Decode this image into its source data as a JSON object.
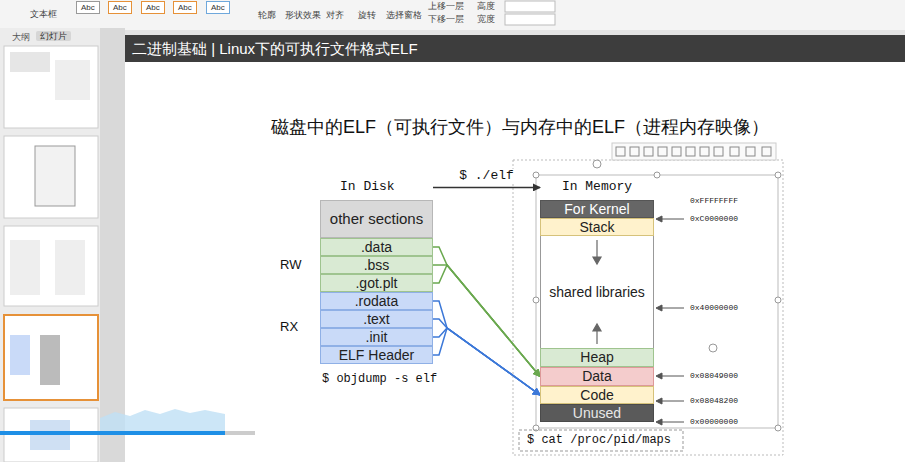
{
  "diagram": {
    "title": "二进制基础 | Linux下的可执行文件格式ELF",
    "nodes": [
      {
        "text": [
          "In Disk"
        ]
      },
      {
        "text": [
          "other sections"
        ],
        "in": 0
      },
      {
        "text": [
          ".data"
        ],
        "in": 0
      },
      {
        "text": [
          ".bss"
        ],
        "in": 0
      },
      {
        "text": [
          ".got.plt"
        ],
        "in": 0
      },
      {
        "text": [
          ".rodata"
        ],
        "in": 0
      },
      {
        "text": [
          ".text"
        ],
        "in": 0
      },
      {
        "text": [
          ".init"
        ],
        "in": 0
      },
      {
        "text": [
          "ELF Header"
        ],
        "in": 0
      },
      {
        "text": [
          "In Memory"
        ]
      },
      {
        "text": [
          "For Kernel"
        ],
        "in": 9
      },
      {
        "text": [
          "Stack"
        ],
        "in": 9
      },
      {
        "text": [
          "shared libraries"
        ],
        "in": 9
      },
      {
        "text": [
          "Heap"
        ],
        "in": 9
      },
      {
        "text": [
          "Data"
        ],
        "in": 9
      },
      {
        "text": [
          "Code"
        ],
        "in": 9
      },
      {
        "text": [
          "Unused"
        ],
        "in": 9
      }
    ],
    "edges": [
      {
        "from": 0,
        "to": 9,
        "arrow": "to",
        "label": "$ ./elf"
      },
      {
        "from": 2,
        "to": 14,
        "arrow": "to"
      },
      {
        "from": 3,
        "to": 14,
        "arrow": "to"
      },
      {
        "from": 4,
        "to": 14,
        "arrow": "to"
      },
      {
        "from": 5,
        "to": 15,
        "arrow": "to"
      },
      {
        "from": 6,
        "to": 15,
        "arrow": "to"
      },
      {
        "from": 7,
        "to": 15,
        "arrow": "to"
      },
      {
        "from": 8,
        "to": 15,
        "arrow": "to"
      }
    ],
    "labels": [
      "磁盘中的ELF（可执行文件）与内存中的ELF（进程内存映像）",
      "RW",
      "RX",
      "$ objdump -s elf",
      "0xFFFFFFFF",
      "0xC0000000",
      "0x40000000",
      "0x08049000",
      "0x08048200",
      "0x00000000",
      "$ cat /proc/pid/maps",
      "大纲",
      "幻灯片",
      "文本框",
      "Abc",
      "Abc",
      "Abc",
      "Abc",
      "Abc",
      "轮廓",
      "形状效果",
      "对齐",
      "旋转",
      "选择窗格",
      "上移一层",
      "下移一层",
      "高度",
      "宽度"
    ]
  }
}
